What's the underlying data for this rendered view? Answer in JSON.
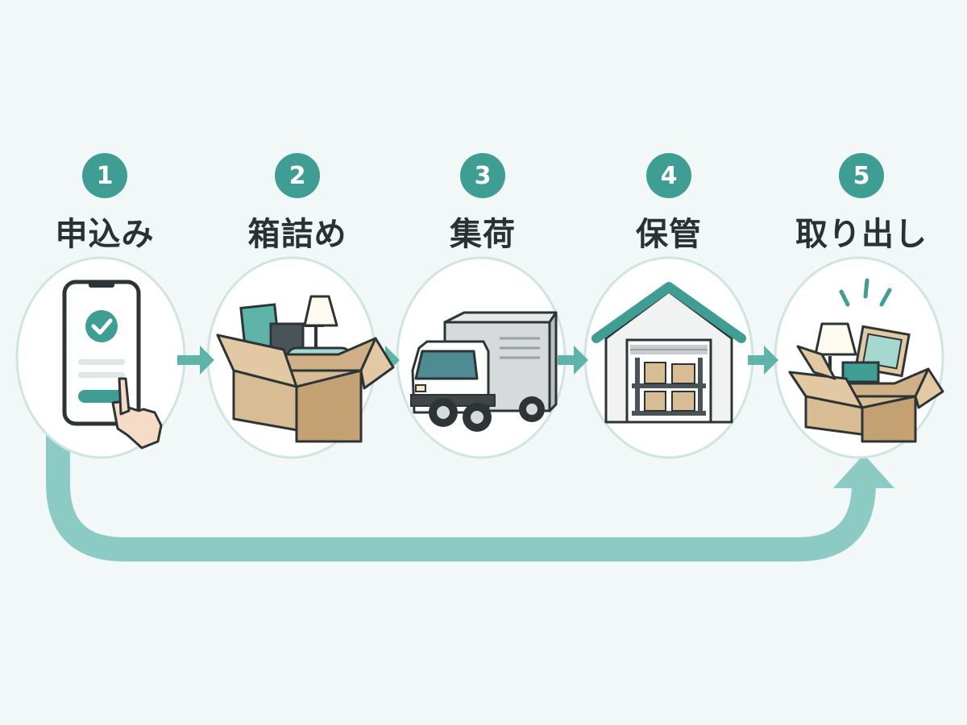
{
  "colors": {
    "background": "#f2f7f7",
    "accent": "#3f9e93",
    "arrow": "#5fb4aa",
    "loop_arrow": "#8ccbc3",
    "circle_border": "#cfe5e1",
    "cardboard": "#d8bc93",
    "text": "#2b3033"
  },
  "steps": [
    {
      "number": "1",
      "label": "申込み",
      "icon": "smartphone-checkmark-icon"
    },
    {
      "number": "2",
      "label": "箱詰め",
      "icon": "packed-box-icon"
    },
    {
      "number": "3",
      "label": "集荷",
      "icon": "delivery-truck-icon"
    },
    {
      "number": "4",
      "label": "保管",
      "icon": "warehouse-icon"
    },
    {
      "number": "5",
      "label": "取り出し",
      "icon": "open-box-icon"
    }
  ]
}
